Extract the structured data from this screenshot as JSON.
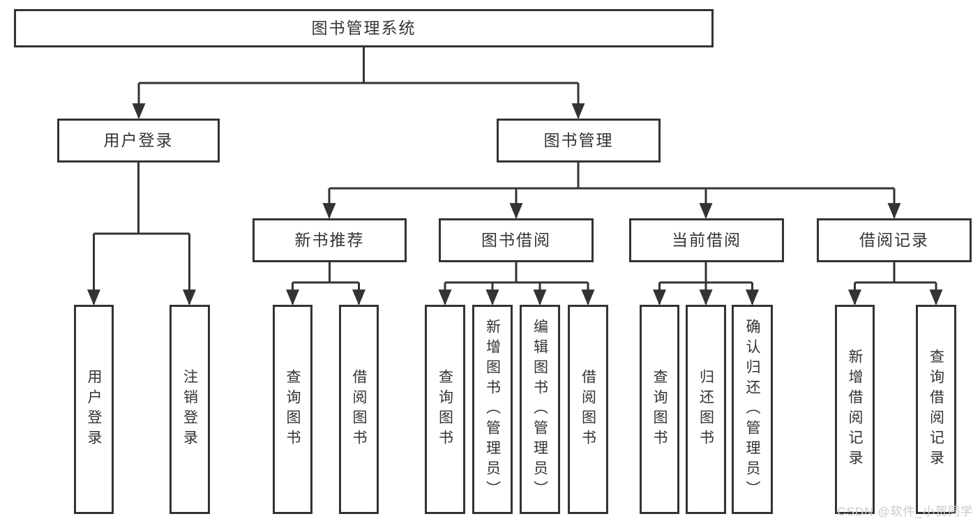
{
  "tree": {
    "root": "图书管理系统",
    "branches": [
      {
        "label": "用户登录",
        "leaves": [
          "用户登录",
          "注销登录"
        ]
      },
      {
        "label": "图书管理",
        "sections": [
          {
            "label": "新书推荐",
            "leaves": [
              "查询图书",
              "借阅图书"
            ]
          },
          {
            "label": "图书借阅",
            "leaves": [
              "查询图书",
              "新增图书（管理员）",
              "编辑图书（管理员）",
              "借阅图书"
            ]
          },
          {
            "label": "当前借阅",
            "leaves": [
              "查询图书",
              "归还图书",
              "确认归还（管理员）"
            ]
          },
          {
            "label": "借阅记录",
            "leaves": [
              "新增借阅记录",
              "查询借阅记录"
            ]
          }
        ]
      }
    ]
  },
  "watermark": "CSDN @软件_小贺同学",
  "colors": {
    "line": "#333333",
    "box_border": "#333333",
    "text": "#333333",
    "watermark": "#c9c9c9",
    "background": "#ffffff"
  }
}
